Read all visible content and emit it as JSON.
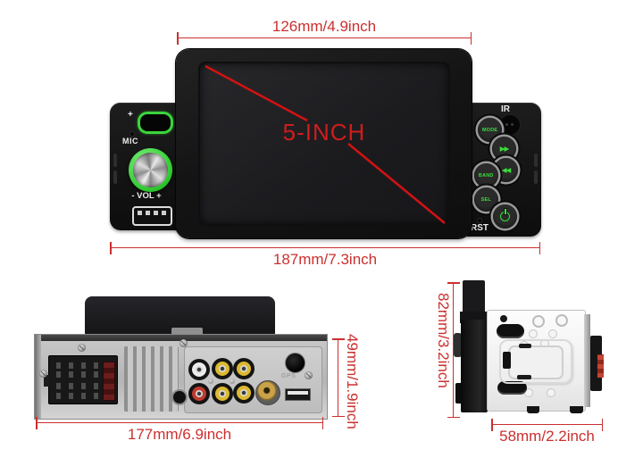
{
  "colors": {
    "dimension_red": "#cc2f2f",
    "accent_green": "#3bd43b",
    "panel_black": "#141414",
    "rear_chassis_gray": "#bdbdbd",
    "side_body_white": "#f4f4f4",
    "rca_white": "#ececec",
    "rca_yellow": "#dcb92f",
    "rca_red": "#c03a30",
    "antenna_brass": "#caa24a"
  },
  "front_view": {
    "top_dimension": "126mm/4.9inch",
    "bottom_dimension": "187mm/7.3inch",
    "screen_label": "5-INCH",
    "left_panel": {
      "plus_label": "+",
      "mic_label": "MIC",
      "volume_label": "- VOL +"
    },
    "right_panel": {
      "ir_label": "IR",
      "reset_label": "RST",
      "buttons": [
        {
          "name": "mode",
          "label": "MODE"
        },
        {
          "name": "fast-forward",
          "glyph": "▶▶"
        },
        {
          "name": "rewind",
          "glyph": "◀◀"
        },
        {
          "name": "band",
          "label": "BAND"
        },
        {
          "name": "select",
          "label": "SEL"
        },
        {
          "name": "power",
          "label": ""
        }
      ]
    }
  },
  "rear_view": {
    "width_dimension": "177mm/6.9inch",
    "height_dimension": "49mm/1.9inch",
    "gps_label": "GPS",
    "rca_jacks": [
      "white",
      "yellow",
      "yellow",
      "red",
      "yellow",
      "yellow"
    ]
  },
  "side_view": {
    "height_dimension": "82mm/3.2inch",
    "depth_dimension": "58mm/2.2inch"
  }
}
